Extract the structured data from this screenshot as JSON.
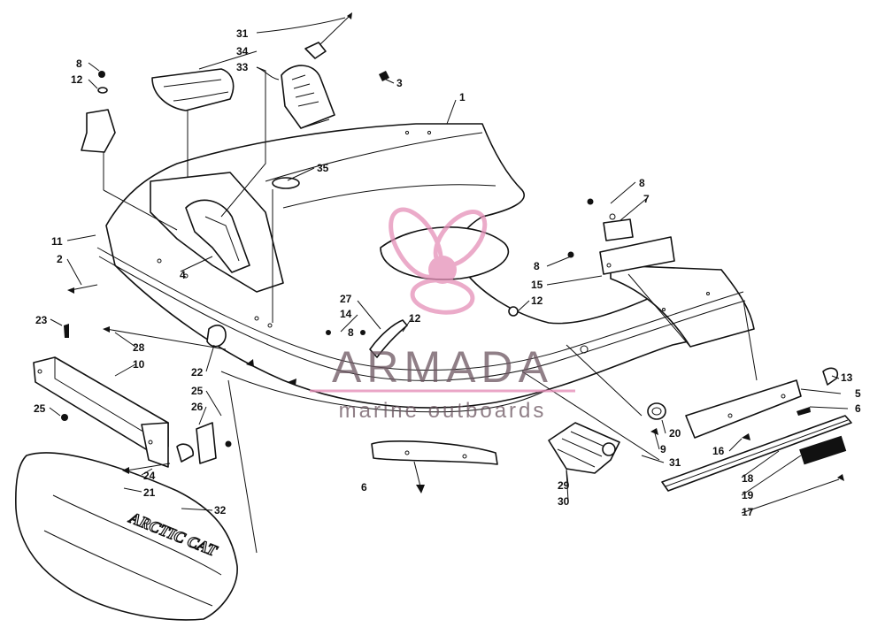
{
  "watermark": {
    "brand": "ARMADA",
    "tagline": "marine outboards",
    "logo_color": "#e58fb8",
    "text_color": "#6b5560"
  },
  "decal_text": "ARCTIC CAT",
  "callouts": [
    {
      "id": "c1",
      "label": "1"
    },
    {
      "id": "c2",
      "label": "2"
    },
    {
      "id": "c3",
      "label": "3"
    },
    {
      "id": "c5",
      "label": "5"
    },
    {
      "id": "c6a",
      "label": "6"
    },
    {
      "id": "c6b",
      "label": "6"
    },
    {
      "id": "c7",
      "label": "7"
    },
    {
      "id": "c8a",
      "label": "8"
    },
    {
      "id": "c8b",
      "label": "8"
    },
    {
      "id": "c8c",
      "label": "8"
    },
    {
      "id": "c8d",
      "label": "8"
    },
    {
      "id": "c9",
      "label": "9"
    },
    {
      "id": "c10",
      "label": "10"
    },
    {
      "id": "c11",
      "label": "11"
    },
    {
      "id": "c12a",
      "label": "12"
    },
    {
      "id": "c12b",
      "label": "12"
    },
    {
      "id": "c12c",
      "label": "12"
    },
    {
      "id": "c13",
      "label": "13"
    },
    {
      "id": "c14",
      "label": "14"
    },
    {
      "id": "c15",
      "label": "15"
    },
    {
      "id": "c16",
      "label": "16"
    },
    {
      "id": "c17",
      "label": "17"
    },
    {
      "id": "c18",
      "label": "18"
    },
    {
      "id": "c19",
      "label": "19"
    },
    {
      "id": "c20",
      "label": "20"
    },
    {
      "id": "c21",
      "label": "21"
    },
    {
      "id": "c22",
      "label": "22"
    },
    {
      "id": "c23",
      "label": "23"
    },
    {
      "id": "c24",
      "label": "24"
    },
    {
      "id": "c25a",
      "label": "25"
    },
    {
      "id": "c25b",
      "label": "25"
    },
    {
      "id": "c26",
      "label": "26"
    },
    {
      "id": "c27",
      "label": "27"
    },
    {
      "id": "c28",
      "label": "28"
    },
    {
      "id": "c29",
      "label": "29"
    },
    {
      "id": "c30",
      "label": "30"
    },
    {
      "id": "c31a",
      "label": "31"
    },
    {
      "id": "c31b",
      "label": "31"
    },
    {
      "id": "c32",
      "label": "32"
    },
    {
      "id": "c33",
      "label": "33"
    },
    {
      "id": "c34",
      "label": "34"
    },
    {
      "id": "c35",
      "label": "35"
    },
    {
      "id": "c4",
      "label": "4"
    }
  ]
}
